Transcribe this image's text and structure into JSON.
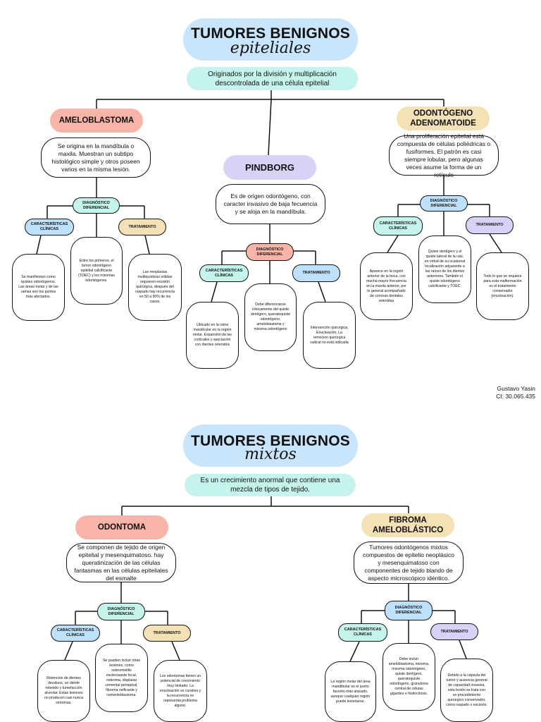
{
  "section1": {
    "title_main": "TUMORES BENIGNOS",
    "title_script": "epiteliales",
    "subtitle": "Originados por la división y multiplicación descontrolada de una célula epitelial",
    "ameloblastoma": {
      "heading": "AMELOBLASTOMA",
      "description": "Se origina en la mandíbula o maxila. Muestran un subtipo histológico simple y otros poseen varios en la misma lesión.",
      "diagnostico_label": "DIAGNÓSTICO DIFERENCIAL",
      "caracteristicas_label": "CARACTERÍSTICAS CLÍNICAS",
      "tratamiento_label": "TRATAMIENTO",
      "caracteristicas_text": "Se manifiestan como quistes odontógenos. Las áreas molar y de las ramas son los puntos más afectados.",
      "diagnostico_text": "Entre los primeros, el tumor odontógeno epitelial calcificante (TOEC) y los mixomas odontógenos.",
      "tratamiento_text": "Las neoplasias multiquísticas sólidas requieren escisión quirúrgica, después del raspado hay recurrencia en 50 a 90% de los casos."
    },
    "pindborg": {
      "heading": "PINDBORG",
      "description": "Es de origen odontógeno, con caracter invasivo de baja fecuencia y se aloja en la mandíbula.",
      "diagnostico_label": "DIAGNÓSTICO DIFERENCIAL",
      "caracteristicas_label": "CARACTERÍSTICAS CLÍNICAS",
      "tratamiento_label": "TRATAMIENTO",
      "caracteristicas_text": "Ubicado en la rama mandicular en la región molar. Expansión de las corticales y asociación con dientes retenidos",
      "diagnostico_text": "Debe diferenciarse clinicamente del quiste dentígero, queratoquiste odontógeno, ameloblastoma y mixoma odontógeno",
      "tratamiento_text": "Intervención quirurgica, Enucleación. La remocion quirúrgica radical no está indicada"
    },
    "adenomatoide": {
      "heading": "ODONTÓGENO ADENOMATOIDE",
      "description": "Una proliferación epitelial está compuesta de células poliédricas o fusiformes. El patrón es casi siempre lobular, pero algunas veces asume la forma de un retículo",
      "diagnostico_label": "DIAGNÓSTICO DIFERENCIAL",
      "caracteristicas_label": "CARACTERÍSTICAS CLÍNICAS",
      "tratamiento_label": "TRATAMIENTO",
      "caracteristicas_text": "Aparece en la región anterior de la boca, con mucha mayor frecuencia en la maxila anterior, por lo general acompañado de coronas dentales retenidas",
      "diagnostico_text": "Quiste dentígero y el quiste lateral de la raíz, en virtud de su ocasional localización adyacente a las raíces de los dientes anteriores. También el quiste odontógeno calcificante y TOEC.",
      "tratamiento_text": "Todo lo que se requiere para esta malformación es el tratamiento conservador (enucleación)."
    }
  },
  "author": {
    "name": "Gustavo Yasin",
    "id": "CI: 30.065.435"
  },
  "section2": {
    "title_main": "TUMORES BENIGNOS",
    "title_script": "mixtos",
    "subtitle": "Es un crecimiento anormal que contiene una mezcla de tipos de tejido.",
    "odontoma": {
      "heading": "ODONTOMA",
      "description": "Se componen de tejido de origen epitelial y mesenquimatoso. hay queratinización de las células fantasmas en las células epiteliales del esmalte",
      "diagnostico_label": "DIAGNÓSTICO DIFERENCIAL",
      "caracteristicas_label": "CARACTERÍSTICAS CLÍNICAS",
      "tratamiento_label": "TRATAMIENTO",
      "caracteristicas_text": "Retención de dientes deciduos, un diente retenido y tumefacción alveolar. Estas lesiones no producen casi nunca síntomas.",
      "diagnostico_text": "Se pueden incluir otras lesiones, como osteomielitis esclerosante focal, osteoma, displasia cemental periapical, fibroma osificante y cementoblastoma.",
      "tratamiento_text": "Los odontomas tienen un potencial de crecimiento muy limitado. La enucleación es curativa y la recurrencia no representa problema alguno."
    },
    "fibroma": {
      "heading": "FIBROMA AMELOBLÁSTICO",
      "description": "Tumores odontógenos mixtos compuestos de epitelio neoplásico y mesenquimatoso con componentes de tejido blando de aspecto microscópico idéntico.",
      "diagnostico_label": "DIAGNÓSTICO DIFERENCIAL",
      "caracteristicas_label": "CARACTERÍSTICAS CLÍNICAS",
      "tratamiento_label": "TRATAMIENTO",
      "caracteristicas_text": "La región molar del área mandibular es el punto favorito más atacado, aunque cualquier región puede lesionarse.",
      "diagnostico_text": "Debe incluir ameloblastoma, mixoma, mixoma odontógeno, quiste dentígero, queratoquiste odontógeno, granuloma central de células gigantes e histiocitosis.",
      "tratamiento_text": "Debido a la cápsula del tumor y ausencia general de capacidad invasiva, esta lesión se trata con un procedimiento quirúrgico conservador, como raspado o escisión."
    }
  },
  "colors": {
    "title_pill": "#c9e5fb",
    "subtitle_pill": "#c4f4ec",
    "pink": "#f8b4a8",
    "yellow": "#f4e1b6",
    "purple": "#d9d2f7",
    "blue": "#bde0fb",
    "mint": "#c4f4ec"
  }
}
